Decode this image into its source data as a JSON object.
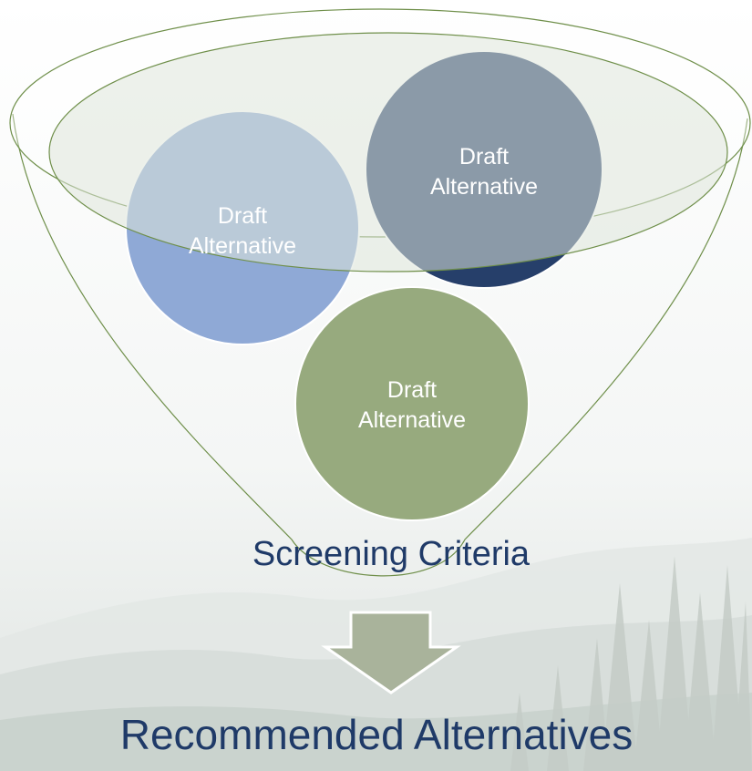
{
  "diagram": {
    "bubbles": [
      {
        "line1": "Draft",
        "line2": "Alternative",
        "color": "#8fa9d6"
      },
      {
        "line1": "Draft",
        "line2": "Alternative",
        "color": "#263f6a"
      },
      {
        "line1": "Draft",
        "line2": "Alternative",
        "color": "#97aa7e"
      }
    ],
    "filter_label": "Screening Criteria",
    "result_label": "Recommended Alternatives",
    "colors": {
      "funnel_outline": "#6f8f4a",
      "funnel_rim_fill": "#e7ebe3",
      "arrow": "#a9b39b",
      "label_text": "#1f3a68",
      "background_hills": "#c9cfcb"
    }
  }
}
